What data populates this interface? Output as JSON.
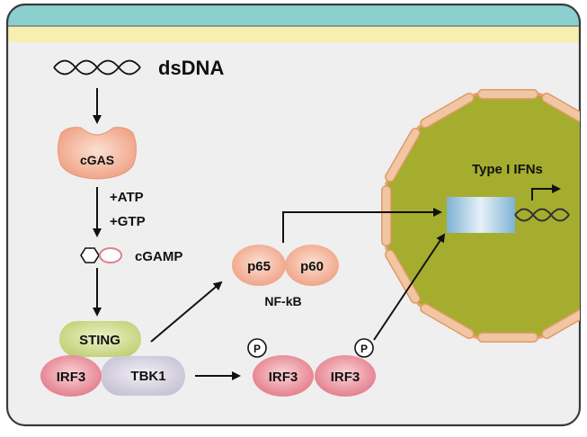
{
  "labels": {
    "dsdna": "dsDNA",
    "cgas": "cGAS",
    "atp": "+ATP",
    "gtp": "+GTP",
    "cgamp": "cGAMP",
    "sting": "STING",
    "irf3": "IRF3",
    "tbk1": "TBK1",
    "p65": "p65",
    "p60": "p60",
    "nfkb": "NF-kB",
    "phospho": "P",
    "type1_ifns": "Type I IFNs"
  },
  "colors": {
    "panel_header": "#8ccfcf",
    "panel_stripe": "#f7efb0",
    "panel_body": "#efefef",
    "salmon": "#f2a98e",
    "irf3_pink": "#e8838e",
    "sting_green": "#c3d47b",
    "tbk1_lavender": "#c9c4d6",
    "nucleus_green": "#a5ad2e",
    "membrane_tan": "#f1c6a2",
    "gene_blue": "#9cc4df"
  }
}
